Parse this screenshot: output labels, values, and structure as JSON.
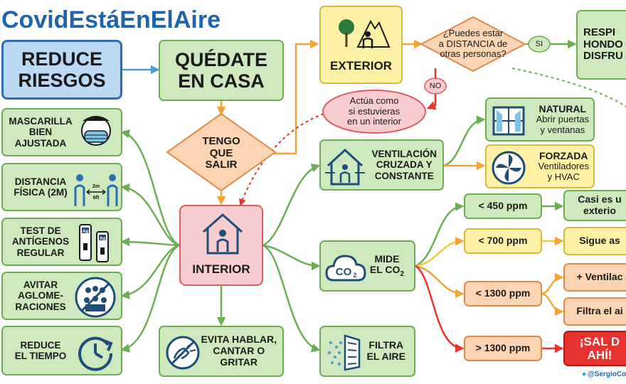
{
  "title": "CovidEstáEnElAire",
  "reduce_riesgos": [
    "REDUCE",
    "RIESGOS"
  ],
  "quedate": [
    "QUÉDATE",
    "EN CASA"
  ],
  "tengo": [
    "TENGO",
    "QUE",
    "SALIR"
  ],
  "exterior": "EXTERIOR",
  "pregunta": [
    "¿Puedes estar",
    "a DISTANCIA de",
    "otras personas?"
  ],
  "si": "SI",
  "no": "NO",
  "respira": [
    "RESPI",
    "HONDO",
    "DISFRU"
  ],
  "actua": [
    "Actúa como",
    "si estuvieras",
    "en un interior"
  ],
  "interior": "INTERIOR",
  "left_items": [
    [
      "MASCARILLA",
      "BIEN",
      "AJUSTADA"
    ],
    [
      "DISTANCIA",
      "FÍSICA (2M)"
    ],
    [
      "TEST DE",
      "ANTÍGENOS",
      "REGULAR"
    ],
    [
      "AVITAR",
      "AGLOME-",
      "RACIONES"
    ],
    [
      "REDUCE",
      "EL TIEMPO"
    ]
  ],
  "dist_icon_labels": [
    "2m",
    "6ft"
  ],
  "test_icon_labels": [
    "Ag",
    "Ag"
  ],
  "evita": [
    "EVITA HABLAR,",
    "CANTAR O",
    "GRITAR"
  ],
  "ventilacion": [
    "VENTILACIÓN",
    "CRUZADA Y",
    "CONSTANTE"
  ],
  "natural": {
    "title": "NATURAL",
    "lines": [
      "Abrir puertas",
      "y ventanas"
    ]
  },
  "forzada": {
    "title": "FORZADA",
    "lines": [
      "Ventiladores",
      "y HVAC"
    ]
  },
  "mide": [
    "MIDE",
    "EL CO",
    "2"
  ],
  "co2_icon": [
    "CO",
    "2"
  ],
  "filtra": [
    "FILTRA",
    "EL AIRE"
  ],
  "ppm": [
    "< 450 ppm",
    "< 700 ppm",
    "< 1300 ppm",
    "> 1300 ppm"
  ],
  "results": [
    "Casi es u",
    "exterio",
    "Sigue as",
    "+ Ventilac",
    "Filtra el ai"
  ],
  "sal": [
    "¡SAL D",
    "AHÍ!"
  ],
  "credit": "@SergioCo",
  "colors": {
    "title_blue": "#1f64ad",
    "arrow_green": "#6dae55",
    "arrow_orange": "#f0a43a",
    "arrow_red": "#e8322d"
  }
}
